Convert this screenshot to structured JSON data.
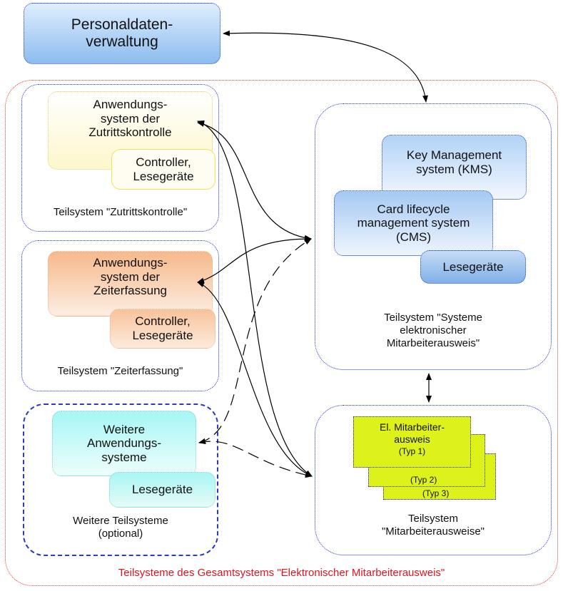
{
  "personnel_box": {
    "label": "Personaldaten-\nverwaltung"
  },
  "access": {
    "app_label": "Anwendungs-\nsystem der\nZutrittskontrolle",
    "controller_label": "Controller,\nLesegeräte",
    "caption": "Teilsystem \"Zutrittskontrolle\""
  },
  "time": {
    "app_label": "Anwendungs-\nsystem der\nZeiterfassung",
    "controller_label": "Controller,\nLesegeräte",
    "caption": "Teilsystem \"Zeiterfassung\""
  },
  "other": {
    "app_label": "Weitere\nAnwendungs-\nsysteme",
    "reader_label": "Lesegeräte",
    "caption": "Weitere Teilsysteme\n(optional)"
  },
  "systems": {
    "kms_label": "Key Management\nsystem (KMS)",
    "cms_label": "Card lifecycle\nmanagement system\n(CMS)",
    "reader_label": "Lesegeräte",
    "caption": "Teilsystem \"Systeme\nelektronischer\nMitarbeiterausweis\""
  },
  "badges": {
    "card1_label": "El. Mitarbeiter-\nausweis",
    "card1_type": "(Typ 1)",
    "card2_type": "(Typ 2)",
    "card3_type": "(Typ 3)",
    "caption": "Teilsystem\n\"Mitarbeiterausweise\""
  },
  "overall_caption": "Teilsysteme des Gesamtsystems \"Elektronischer Mitarbeiterausweis\"",
  "colors": {
    "blue_dotted": "#1f2fd0",
    "red_dotted": "#e23a2e",
    "caption_red": "#e0141e",
    "card_yellow": "#ddf21a"
  }
}
